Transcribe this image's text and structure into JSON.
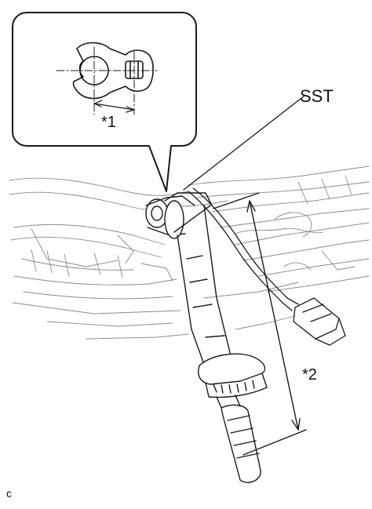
{
  "labels": {
    "sst": "SST",
    "star1": "*1",
    "star2": "*2",
    "figure_code": "c"
  },
  "colors": {
    "line": "#1a1a1a",
    "detail_line": "#8a8a8a"
  }
}
